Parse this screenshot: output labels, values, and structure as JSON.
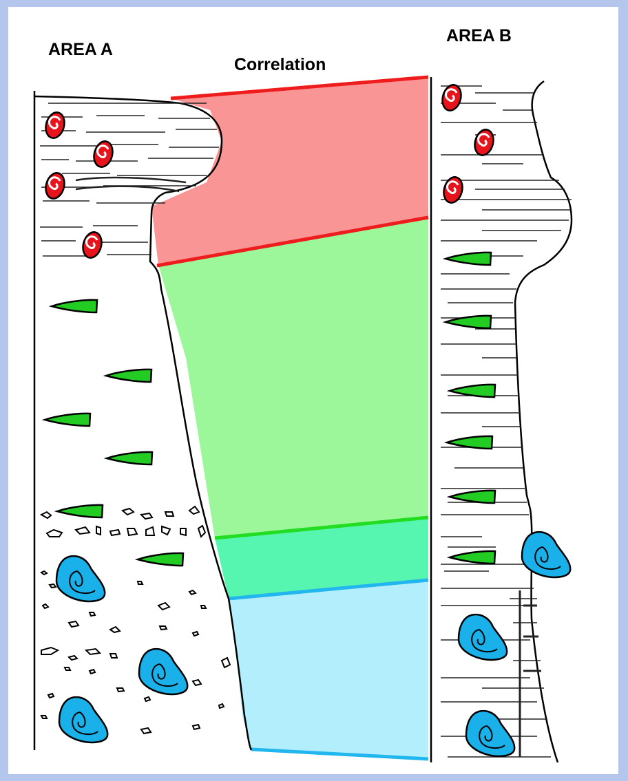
{
  "labels": {
    "area_a": "AREA A",
    "area_b": "AREA B",
    "correlation": "Correlation"
  },
  "colors": {
    "red_zone": "#f99595",
    "red_line": "#ee1c1c",
    "green_zone": "#9cf69a",
    "green_line": "#22dd22",
    "teal_zone": "#56f5b0",
    "blue_zone": "#b2eefc",
    "blue_line": "#22b6ee",
    "fossil_spiral": "#e8141c",
    "fossil_leaf": "#22cc22",
    "fossil_shell": "#1ab0ea"
  },
  "icons": [
    "spiral-fossil-icon",
    "leaf-fossil-icon",
    "shell-fossil-icon"
  ]
}
